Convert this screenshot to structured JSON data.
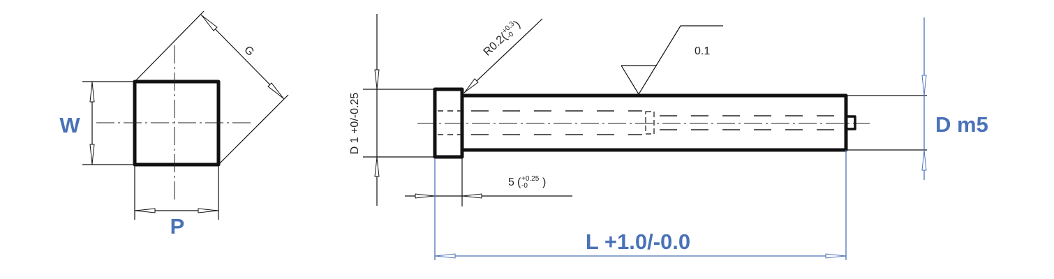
{
  "front_view": {
    "width_label": "W",
    "pitch_label": "P",
    "diagonal_label": "G"
  },
  "side_view": {
    "head_diameter_label": "D 1 +0/-0.25",
    "radius_label": "R0.2",
    "radius_tol_plus": "+0.3",
    "radius_tol_minus": "-0",
    "surface_roughness": "0.1",
    "head_length_label": "5",
    "head_length_tol_plus": "+0.25",
    "head_length_tol_minus": "-0",
    "length_label": "L +1.0/-0.0",
    "diameter_label": "D m5"
  },
  "colors": {
    "accent": "#4a72b8",
    "line": "#111111"
  }
}
